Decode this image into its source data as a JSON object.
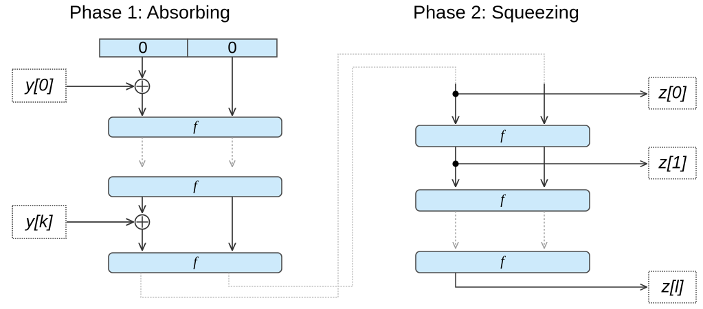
{
  "figure": {
    "kind": "sponge-construction",
    "background": "#ffffff",
    "accent_fill": "#cdeafb",
    "accent_stroke": "#4d4d4d",
    "line_color": "#333333",
    "feedback_color": "#c2c2c2",
    "dashed_color": "#9a9a9a"
  },
  "phase1": {
    "title": "Phase 1: Absorbing",
    "state": {
      "rate_cell": "0",
      "capacity_cell": "0"
    },
    "inputs": [
      {
        "label": "y[0]"
      },
      {
        "label": "y[k]"
      }
    ],
    "permutations": [
      {
        "label": "f"
      },
      {
        "label": "f"
      },
      {
        "label": "f"
      }
    ],
    "xor_symbol": "+"
  },
  "phase2": {
    "title": "Phase 2: Squeezing",
    "permutations": [
      {
        "label": "f"
      },
      {
        "label": "f"
      },
      {
        "label": "f"
      }
    ],
    "outputs": [
      {
        "label": "z[0]"
      },
      {
        "label": "z[1]"
      },
      {
        "label": "z[l]"
      }
    ]
  }
}
